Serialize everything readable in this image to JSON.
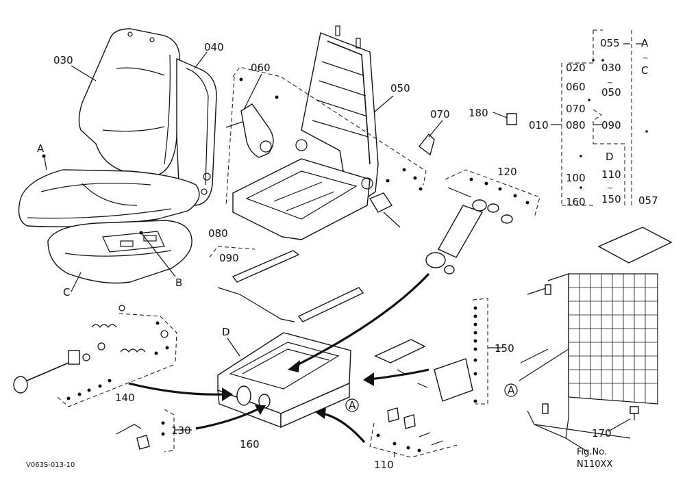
{
  "labels": {
    "l030": "030",
    "l040": "040",
    "l060": "060",
    "l050": "050",
    "l070": "070",
    "l180": "180",
    "l010": "010",
    "l055": "055",
    "l020": "020",
    "l030b": "030",
    "l060b": "060",
    "l050b": "050",
    "l070b": "070",
    "l080b": "080",
    "l090b": "090",
    "l100": "100",
    "l110b": "110",
    "l160b": "160",
    "l150b": "150",
    "lA_top": "A",
    "lC_top": "C",
    "lD_top": "D",
    "l057": "057",
    "l120": "120",
    "l080": "080",
    "l090": "090",
    "lA": "A",
    "lB": "B",
    "lC": "C",
    "lD": "D",
    "l140": "140",
    "l150": "150",
    "l130": "130",
    "l160": "160",
    "l110": "110",
    "l170": "170",
    "lA_circ1": "A",
    "lA_circ2": "A",
    "fig_no": "Fig.No.",
    "fig_code": "N110XX",
    "drawing_code": "V063S-013-10"
  }
}
